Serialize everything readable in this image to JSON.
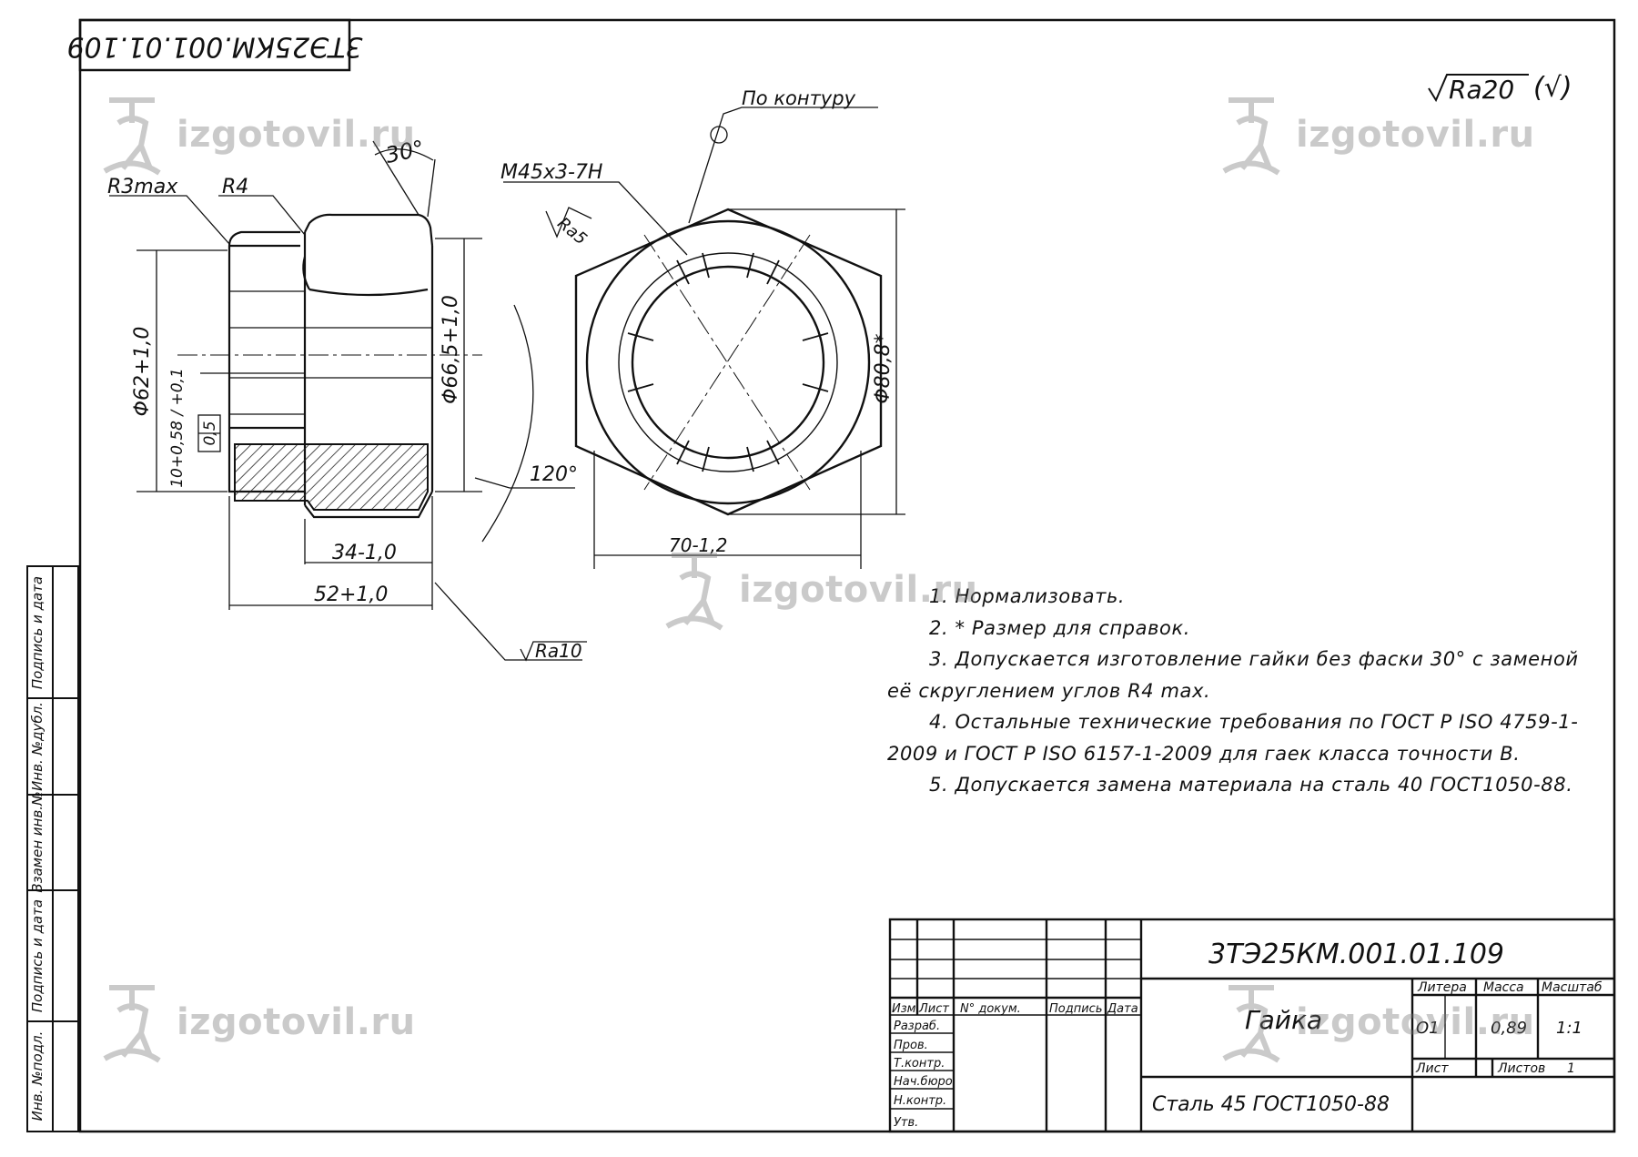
{
  "stamp_top": "3ТЭ25КМ.001.01.109",
  "roughness_general": {
    "value": "Ra20",
    "suffix": "(√)"
  },
  "dimensions": {
    "r3max": "R3max",
    "r4": "R4",
    "chamfer_angle": "30°",
    "thread": "M45x3-7H",
    "ra5": "Ra5",
    "contour": "По контуру",
    "d62": "Φ62+1,0",
    "d66_5": "Φ66,5+1,0",
    "d80_8": "Φ80,8*",
    "slot_width": "10+0,58 / +0,1",
    "position_tol": "0,5",
    "angle_120": "120°",
    "len_34": "34-1,0",
    "len_52": "52+1,0",
    "width_70": "70-1,2",
    "ra10": "Ra10"
  },
  "notes": [
    "1. Нормализовать.",
    "2. * Размер для справок.",
    "3. Допускается изготовление гайки без фаски 30° с заменой",
    "её скруглением углов R4 max.",
    "4. Остальные технические требования по ГОСТ Р ISO 4759-1-",
    "2009 и ГОСТ Р ISO 6157-1-2009 для гаек класса точности В.",
    "5. Допускается замена материала на сталь 40 ГОСТ1050-88."
  ],
  "left_strip": {
    "labels": [
      "Подпись и дата",
      "Инв. №дубл.",
      "Взамен инв.№",
      "Подпись и дата",
      "Инв. №подл."
    ]
  },
  "title_block": {
    "designation": "3ТЭ25КМ.001.01.109",
    "part_name": "Гайка",
    "material": "Сталь 45 ГОСТ1050-88",
    "col_headers": [
      "Изм.",
      "Лист",
      "N° докум.",
      "Подпись",
      "Дата"
    ],
    "row_labels": [
      "Разраб.",
      "Пров.",
      "Т.контр.",
      "Нач.бюро",
      "Н.контр.",
      "Утв."
    ],
    "litera_label": "Литера",
    "litera_value": "О1",
    "mass_label": "Масса",
    "mass_value": "0,89",
    "scale_label": "Масштаб",
    "scale_value": "1:1",
    "sheet_label": "Лист",
    "sheets_label": "Листов",
    "sheets_value": "1"
  },
  "watermark": {
    "text": "izgotovil.ru"
  }
}
